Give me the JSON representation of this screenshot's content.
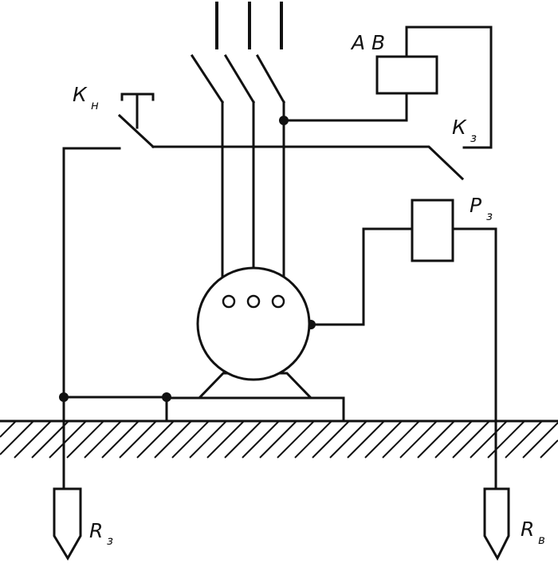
{
  "labels": {
    "av": "А В",
    "kn_main": "К",
    "kn_sub": "н",
    "kz_main": "К",
    "kz_sub": "з",
    "pz_main": "Р",
    "pz_sub": "з",
    "rz_main": "R",
    "rz_sub": "з",
    "rv_main": "R",
    "rv_sub": "в"
  }
}
